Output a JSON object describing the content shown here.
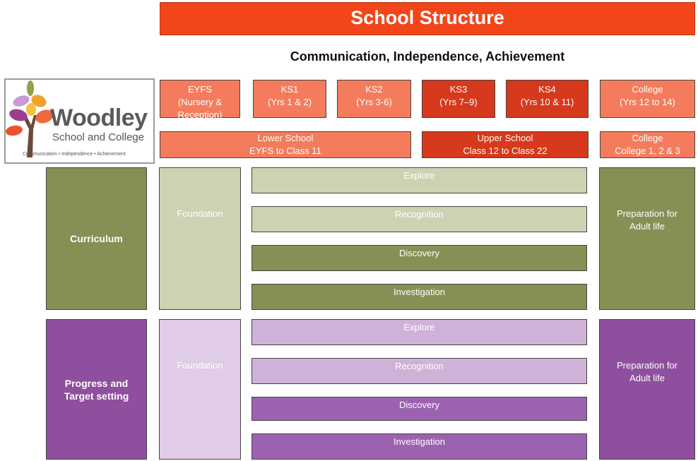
{
  "title": "School Structure",
  "subtitle": "Communication, Independence, Achievement",
  "logo": {
    "name": "Woodley",
    "sub": "School and College",
    "tagline": "Communication • Independence • Achievement"
  },
  "stages": {
    "eyfs": "EYFS\n(Nursery &\nReception)",
    "ks1": "KS1\n(Yrs 1 & 2)",
    "ks2": "KS2\n(Yrs 3-6)",
    "ks3": "KS3\n(Yrs 7–9)",
    "ks4": "KS4\n(Yrs 10 & 11)",
    "college": "College\n(Yrs 12 to 14)"
  },
  "groups": {
    "lower": "Lower School\nEYFS to Class 11",
    "upper": "Upper School\nClass 12 to Class 22",
    "college": "College\nCollege 1, 2 & 3"
  },
  "curriculum": {
    "label": "Curriculum",
    "foundation": "Foundation",
    "explore": "Explore",
    "recognition": "Recognition",
    "discovery": "Discovery",
    "investigation": "Investigation",
    "adult": "Preparation for\nAdult life"
  },
  "progress": {
    "label": "Progress and\nTarget setting",
    "foundation": "Foundation",
    "explore": "Explore",
    "recognition": "Recognition",
    "discovery": "Discovery",
    "investigation": "Investigation",
    "adult": "Preparation for\nAdult life"
  },
  "colors": {
    "title_bg": "#f2461a",
    "stage_light": "#f47c5c",
    "stage_dark": "#d6391b",
    "curriculum_green": "#859055",
    "curriculum_green_light": "#cdd3b2",
    "progress_purple": "#8e4f9e",
    "progress_purple_light": "#cfb2d8"
  }
}
